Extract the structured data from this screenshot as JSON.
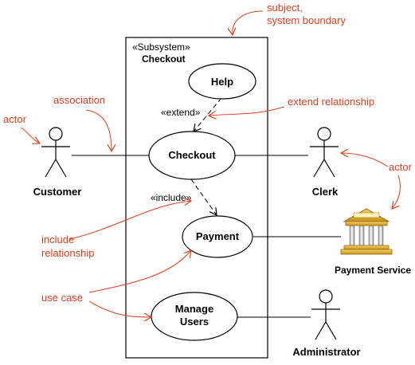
{
  "subsystem": {
    "stereotype": "«Subsystem»",
    "name": "Checkout"
  },
  "use_cases": {
    "help": "Help",
    "checkout": "Checkout",
    "payment": "Payment",
    "manage_users_line1": "Manage",
    "manage_users_line2": "Users"
  },
  "relationships": {
    "extend": "«extend»",
    "include": "«include»"
  },
  "actors": {
    "customer": "Customer",
    "clerk": "Clerk",
    "payment_service": "Payment Service",
    "administrator": "Administrator"
  },
  "annotations": {
    "subject_line1": "subject,",
    "subject_line2": "system boundary",
    "association": "association",
    "actor_left": "actor",
    "actor_right": "actor",
    "extend_relationship": "extend relationship",
    "include_line1": "include",
    "include_line2": "relationship",
    "use_case": "use case"
  },
  "colors": {
    "annotation": "#d9401e",
    "line": "#000000",
    "bank": "#e0b030"
  },
  "icons": {
    "payment_service": "bank-building-icon"
  }
}
